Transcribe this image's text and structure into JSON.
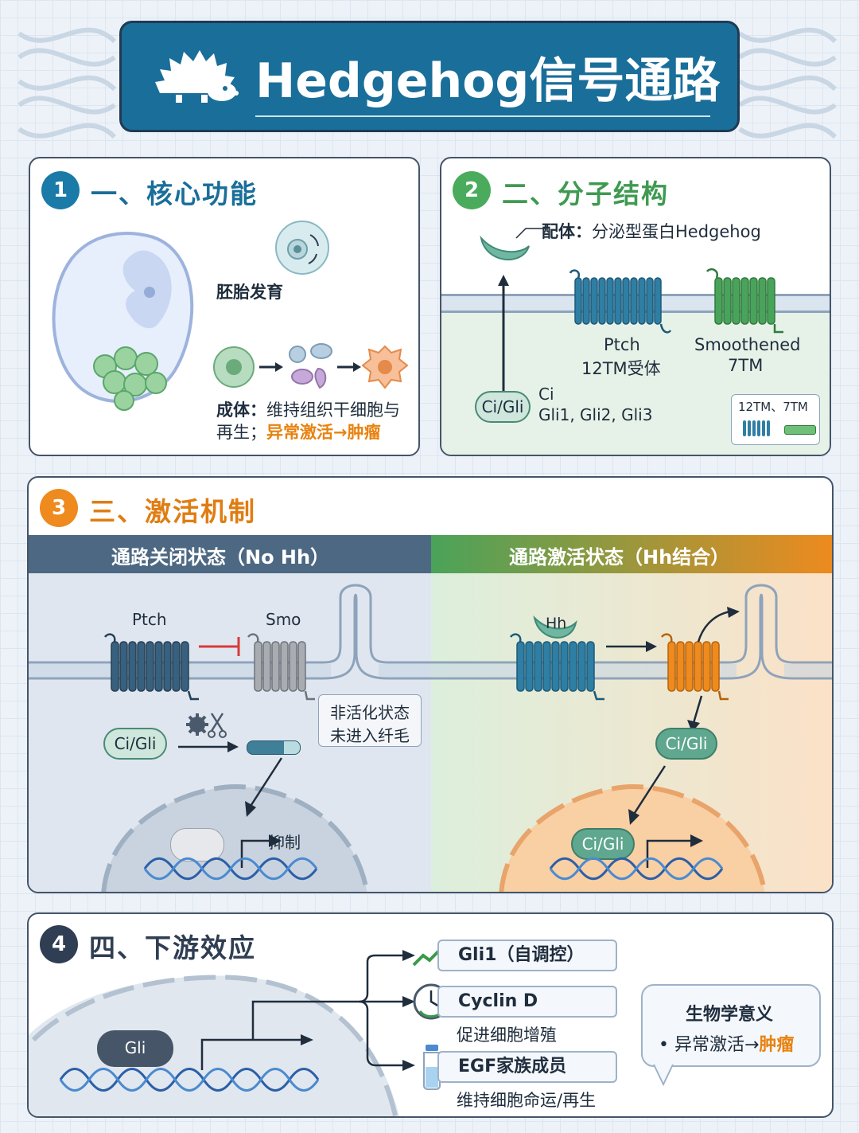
{
  "header": {
    "title": "Hedgehog信号通路"
  },
  "sections": {
    "core": {
      "num": "1",
      "title": "一、核心功能",
      "embryo_label": "胚胎发育",
      "adult_prefix": "成体：",
      "adult_text": "维持组织干细胞与",
      "adult_line2": "再生；",
      "adult_hl": "异常激活→肿瘤"
    },
    "structure": {
      "num": "2",
      "title": "二、分子结构",
      "ligand_prefix": "配体：",
      "ligand_text": "分泌型蛋白Hedgehog",
      "ptch_name": "Ptch",
      "ptch_desc": "12TM受体",
      "smo_name": "Smoothened",
      "smo_desc": "7TM",
      "ci_pill": "Ci/Gli",
      "ci_name": "Ci",
      "ci_desc": "Gli1, Gli2, Gli3",
      "legend": "12TM、7TM"
    },
    "mechanism": {
      "num": "3",
      "title": "三、激活机制",
      "off_title": "通路关闭状态（No Hh）",
      "on_title": "通路激活状态（Hh结合）",
      "ptch": "Ptch",
      "smo": "Smo",
      "note_line1": "非活化状态",
      "note_line2": "未进入纤毛",
      "ci_off": "Ci/Gli",
      "repress": "抑制",
      "hh": "Hh",
      "ci_on": "Ci/Gli",
      "ci_nucleus": "Ci/Gli"
    },
    "downstream": {
      "num": "4",
      "title": "四、下游效应",
      "gli": "Gli",
      "targets": [
        {
          "label": "Gli1（自调控）",
          "sub": ""
        },
        {
          "label": "Cyclin D",
          "sub": "促进细胞增殖"
        },
        {
          "label": "EGF家族成员",
          "sub": "维持细胞命运/再生"
        }
      ],
      "bio_title": "生物学意义",
      "bio_bullet": "•",
      "bio_text": "异常激活→",
      "bio_hl": "肿瘤"
    }
  },
  "colors": {
    "header_bg": "#1a6e9a",
    "sec1": "#1a7aa8",
    "sec2": "#4aab5d",
    "sec3": "#ee8a1e",
    "sec4": "#2f3e52",
    "ptch": "#2f7ea4",
    "smo": "#4aa35a",
    "active": "#ee8a1e",
    "ligand": "#5fae97"
  }
}
